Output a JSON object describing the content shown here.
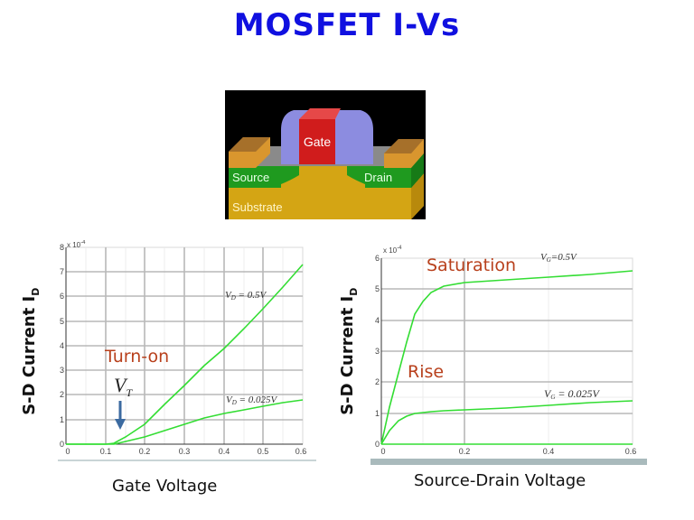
{
  "title": "MOSFET I-Vs",
  "diagram": {
    "labels": {
      "gate": "Gate",
      "source": "Source",
      "drain": "Drain",
      "substrate": "Substrate"
    },
    "colors": {
      "background": "#000000",
      "gate": "#d01c1c",
      "spacer": "#8c8ce0",
      "oxide": "#8a8a8a",
      "source_drain": "#1f9a1f",
      "substrate": "#d4a514",
      "contact": "#d9962e"
    }
  },
  "left_plot": {
    "ylabel_main": "S-D Current I",
    "ylabel_sub": "D",
    "xlabel": "Gate Voltage",
    "multiplier": "x 10",
    "multiplier_exp": "-4",
    "annotation": "Turn-on",
    "vt_label": "V",
    "vt_sub": "T",
    "curve_labels": [
      "V_D = 0.5V",
      "V_D = 0.025V"
    ]
  },
  "right_plot": {
    "ylabel_main": "S-D Current I",
    "ylabel_sub": "D",
    "xlabel": "Source-Drain Voltage",
    "multiplier": "x 10",
    "multiplier_exp": "-4",
    "annotation_top": "Saturation",
    "annotation_mid": "Rise",
    "curve_labels": [
      "V_G = 0.5V",
      "V_G = 0.025V"
    ]
  },
  "chart_data": [
    {
      "type": "line",
      "title": "",
      "xlabel": "Gate Voltage",
      "ylabel": "S-D Current I_D",
      "y_multiplier": "x 10^-4",
      "xlim": [
        0,
        0.6
      ],
      "ylim": [
        0,
        8
      ],
      "xticks": [
        "0",
        "0.1",
        "0.2",
        "0.3",
        "0.4",
        "0.5",
        "0.6"
      ],
      "yticks": [
        "0",
        "1",
        "2",
        "3",
        "4",
        "5",
        "6",
        "7",
        "8"
      ],
      "grid": true,
      "annotations": [
        "Turn-on",
        "V_T (arrow at ~0.13 V)"
      ],
      "x": [
        0,
        0.1,
        0.12,
        0.15,
        0.2,
        0.25,
        0.3,
        0.35,
        0.4,
        0.45,
        0.5,
        0.55,
        0.6
      ],
      "series": [
        {
          "name": "V_D = 0.5V",
          "color": "#33dd33",
          "values": [
            0,
            0,
            0.05,
            0.3,
            0.8,
            1.6,
            2.4,
            3.2,
            3.9,
            4.7,
            5.5,
            6.4,
            7.3
          ]
        },
        {
          "name": "V_D = 0.025V",
          "color": "#33dd33",
          "values": [
            0,
            0,
            0.02,
            0.1,
            0.3,
            0.55,
            0.8,
            1.05,
            1.25,
            1.4,
            1.55,
            1.68,
            1.8
          ]
        }
      ]
    },
    {
      "type": "line",
      "title": "",
      "xlabel": "Source-Drain Voltage",
      "ylabel": "S-D Current I_D",
      "y_multiplier": "x 10^-4",
      "xlim": [
        0,
        0.6
      ],
      "ylim": [
        0,
        6
      ],
      "xticks": [
        "0",
        "0.2",
        "0.4",
        "0.6"
      ],
      "yticks": [
        "0",
        "1",
        "2",
        "3",
        "4",
        "5",
        "6"
      ],
      "grid": true,
      "annotations": [
        "Saturation",
        "Rise"
      ],
      "x": [
        0,
        0.02,
        0.04,
        0.06,
        0.08,
        0.1,
        0.12,
        0.15,
        0.2,
        0.3,
        0.4,
        0.5,
        0.6
      ],
      "series": [
        {
          "name": "V_G = 0.5V",
          "color": "#33dd33",
          "values": [
            0,
            1.2,
            2.3,
            3.3,
            4.2,
            4.6,
            4.9,
            5.1,
            5.2,
            5.3,
            5.4,
            5.5,
            5.6
          ]
        },
        {
          "name": "V_G = 0.025V",
          "color": "#33dd33",
          "values": [
            0,
            0.45,
            0.75,
            0.9,
            0.98,
            1.02,
            1.05,
            1.07,
            1.1,
            1.17,
            1.25,
            1.33,
            1.4
          ]
        }
      ]
    }
  ]
}
